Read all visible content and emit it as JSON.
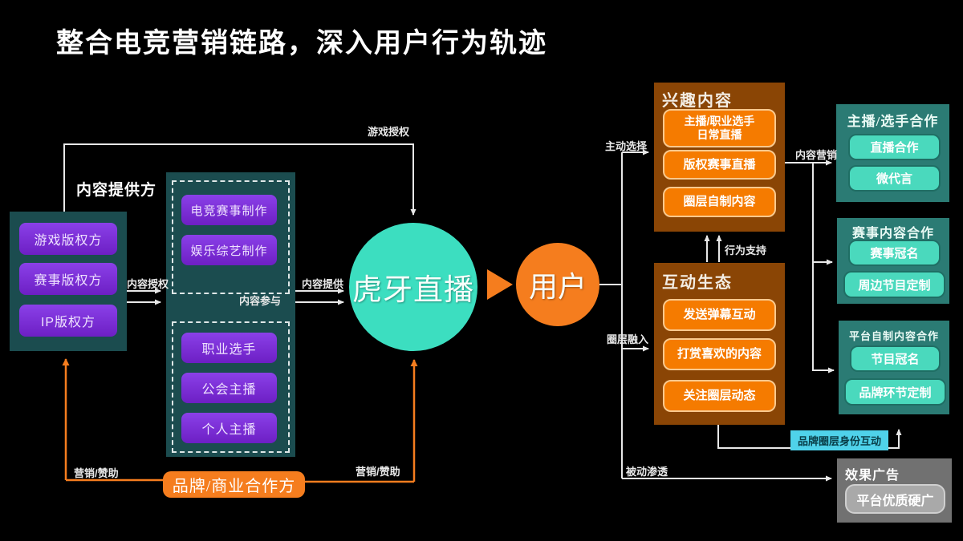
{
  "title": "整合电竞营销链路，深入用户行为轨迹",
  "colors": {
    "background": "#000000",
    "teal_group": "#1b4c4f",
    "purple_item": "#7b2fd6",
    "platform_circle": "#3cdec0",
    "orange": "#f57d1e",
    "brown_box": "#8a4505",
    "orange_item": "#f57b00",
    "right_teal_box": "#2b7b74",
    "teal_item": "#4ad9bd",
    "badge_cyan": "#4fd2ea",
    "gray_box": "#717171",
    "wire_white": "#e8e8e8"
  },
  "content_provider_label": "内容提供方",
  "left_group": {
    "items": [
      "游戏版权方",
      "赛事版权方",
      "IP版权方"
    ]
  },
  "producer_group": {
    "top_items": [
      "电竞赛事制作",
      "娱乐综艺制作"
    ],
    "bottom_items": [
      "职业选手",
      "公会主播",
      "个人主播"
    ]
  },
  "platform": {
    "label": "虎牙直播"
  },
  "user": {
    "label": "用户"
  },
  "interest": {
    "title": "兴趣内容",
    "item1": [
      "主播/职业选手",
      "日常直播"
    ],
    "items": [
      "版权赛事直播",
      "圈层自制内容"
    ]
  },
  "interaction": {
    "title": "互动生态",
    "items": [
      "发送弹幕互动",
      "打赏喜欢的内容",
      "关注圈层动态"
    ]
  },
  "coop": [
    {
      "title": "主播/选手合作",
      "items": [
        "直播合作",
        "微代言"
      ]
    },
    {
      "title": "赛事内容合作",
      "items": [
        "赛事冠名",
        "周边节目定制"
      ]
    },
    {
      "title": "平台自制内容合作",
      "items": [
        "节目冠名",
        "品牌环节定制"
      ]
    }
  ],
  "badge": {
    "label": "品牌圈层身份互动"
  },
  "effect": {
    "title": "效果广告",
    "item": "平台优质硬广"
  },
  "brand": {
    "label": "品牌/商业合作方"
  },
  "edges": {
    "game_license": "游戏授权",
    "content_license": "内容授权",
    "content_provide": "内容提供",
    "content_participate": "内容参与",
    "active_choice": "主动选择",
    "content_marketing": "内容营销",
    "behavior_support": "行为支持",
    "circle_join": "圈层融入",
    "passive_penetration": "被动渗透",
    "marketing_left": "营销/赞助",
    "marketing_right": "营销/赞助"
  }
}
